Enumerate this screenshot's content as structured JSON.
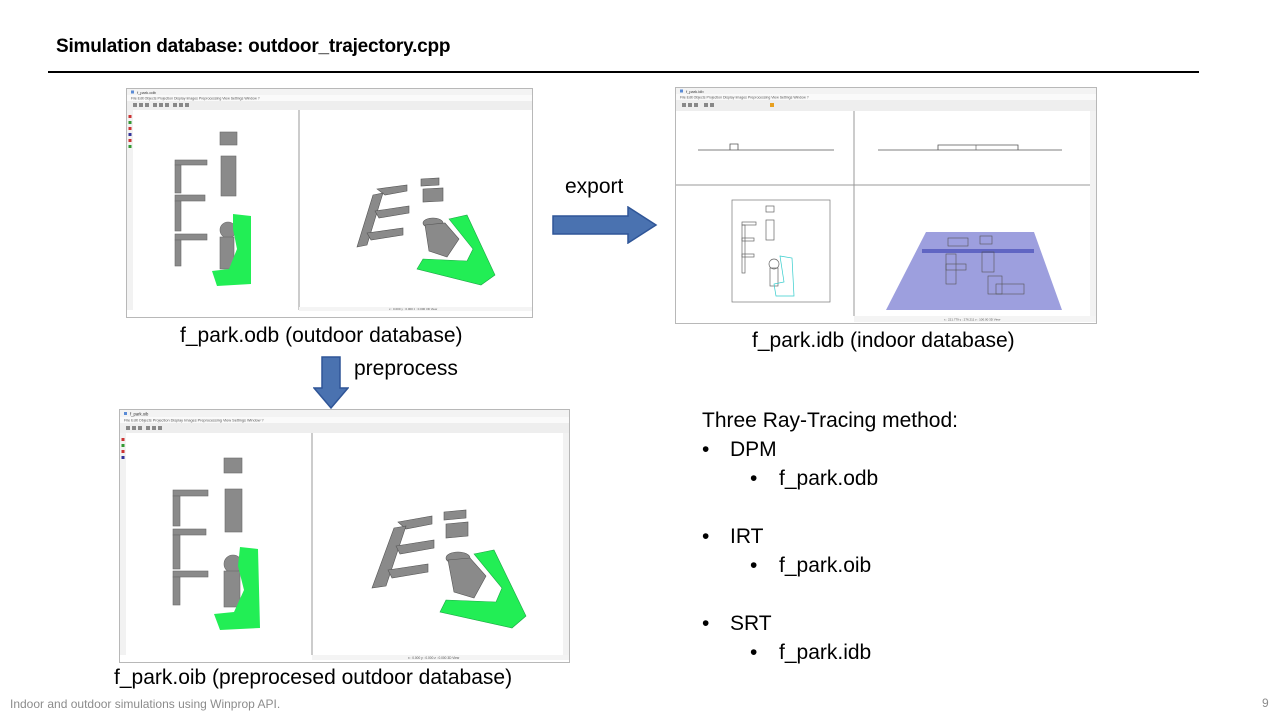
{
  "slide": {
    "title": "Simulation database: outdoor_trajectory.cpp",
    "footer": "Indoor and outdoor simulations using Winprop API.",
    "page_number": "9"
  },
  "screenshots": {
    "odb": {
      "window_title": "f_park.odb",
      "caption": "f_park.odb (outdoor database)"
    },
    "idb": {
      "window_title": "f_park.idb",
      "caption": "f_park.idb (indoor database)"
    },
    "oib": {
      "window_title": "f_park.oib",
      "caption": "f_park.oib (preprocesed outdoor database)"
    }
  },
  "arrows": {
    "export_label": "export",
    "preprocess_label": "preprocess",
    "color": "#4a72b0"
  },
  "methods": {
    "heading": "Three Ray-Tracing method:",
    "bullet": "•",
    "items": [
      {
        "name": "DPM",
        "file": "f_park.odb"
      },
      {
        "name": "IRT",
        "file": "f_park.oib"
      },
      {
        "name": "SRT",
        "file": "f_park.idb"
      }
    ]
  },
  "colors": {
    "building_gray": "#8a8a8a",
    "vegetation_green": "#22ee55",
    "plane_blue": "#8c8ed8"
  }
}
